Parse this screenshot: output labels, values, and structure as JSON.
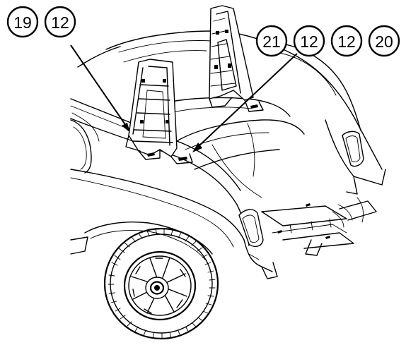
{
  "callouts": {
    "left_group": [
      "19",
      "12"
    ],
    "right_group": [
      "21",
      "12",
      "12",
      "20"
    ]
  },
  "colors": {
    "ink": "#000000",
    "paper": "#ffffff"
  }
}
